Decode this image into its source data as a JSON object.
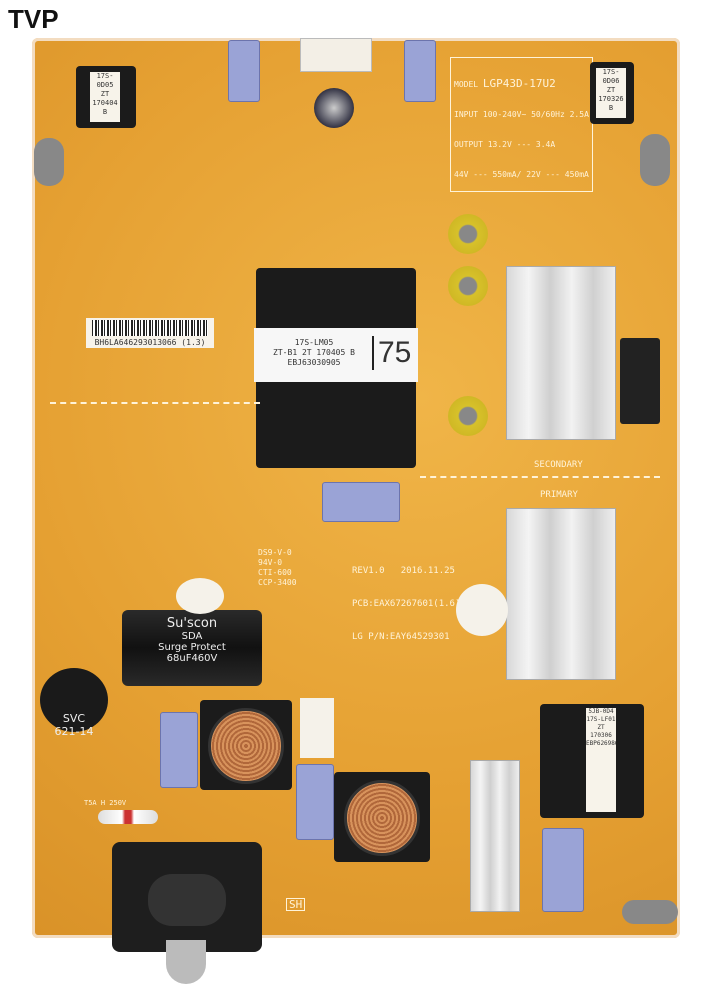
{
  "watermark": "TVP",
  "model_label": {
    "model_caption": "MODEL",
    "model": "LGP43D-17U2",
    "input_caption": "INPUT",
    "input": "100-240V~ 50/60Hz 2.5A",
    "output_caption": "OUTPUT",
    "output_line1": "13.2V --- 3.4A",
    "output_line2": "44V --- 550mA/ 22V --- 450mA"
  },
  "barcode_sticker": "BH6LA646293013066 (1.3)",
  "main_transformer": {
    "line1": "17S-LM05",
    "line2": "ZT-B1 2T 170405 B",
    "line3": "EBJ63030905",
    "number": "75"
  },
  "left_small_transformer": "17S-0D05\nZT 170404 B",
  "right_small_transformer": "17S-0D06\nZT 170326 B",
  "pcb_info": {
    "line1": "REV1.0   2016.11.25",
    "line2": "PCB:EAX67267601(1.6)",
    "line3": "LG P/N:EAY64529301"
  },
  "ratings": "DS9-V-0\n94V-0\nCTI-600\nCCP-3400",
  "bulk_capacitor": {
    "brand": "Su'scon",
    "series": "SDA",
    "desc": "Surge Protect",
    "value": "68uF460V"
  },
  "varistor": "SVC\n621-14",
  "section_secondary": "SECONDARY",
  "section_primary": "PRIMARY",
  "fuse_label": "T5A H 250V",
  "sh_mark": "SH",
  "standby_transformer": "5JB-0D4 17S-LF01\nZT 170306\nEBP62698601",
  "colors": {
    "board": "#e9a63a",
    "silk": "#fff3d8",
    "heatsink": "#e0e0e0",
    "capacitor_blue": "#9aa3d6"
  }
}
